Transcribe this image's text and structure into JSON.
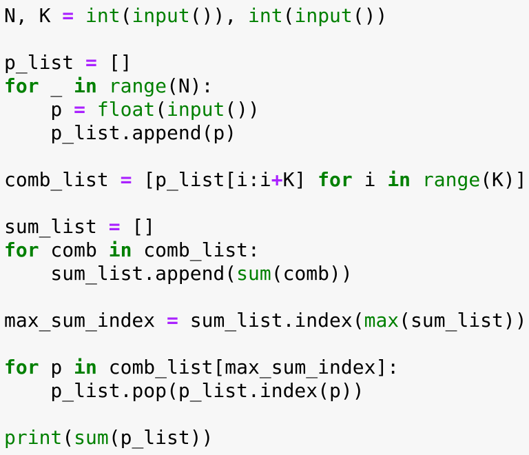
{
  "code": {
    "language": "python",
    "colors": {
      "background": "#f7f7f7",
      "keyword": "#008000",
      "builtin": "#008000",
      "operator": "#aa22ff",
      "text": "#000000"
    },
    "lines": [
      [
        {
          "t": "plain",
          "v": "N, K "
        },
        {
          "t": "op",
          "v": "="
        },
        {
          "t": "plain",
          "v": " "
        },
        {
          "t": "builtin",
          "v": "int"
        },
        {
          "t": "plain",
          "v": "("
        },
        {
          "t": "builtin",
          "v": "input"
        },
        {
          "t": "plain",
          "v": "()), "
        },
        {
          "t": "builtin",
          "v": "int"
        },
        {
          "t": "plain",
          "v": "("
        },
        {
          "t": "builtin",
          "v": "input"
        },
        {
          "t": "plain",
          "v": "())"
        }
      ],
      [],
      [
        {
          "t": "plain",
          "v": "p_list "
        },
        {
          "t": "op",
          "v": "="
        },
        {
          "t": "plain",
          "v": " []"
        }
      ],
      [
        {
          "t": "kw",
          "v": "for"
        },
        {
          "t": "plain",
          "v": " _ "
        },
        {
          "t": "kw",
          "v": "in"
        },
        {
          "t": "plain",
          "v": " "
        },
        {
          "t": "builtin",
          "v": "range"
        },
        {
          "t": "plain",
          "v": "(N):"
        }
      ],
      [
        {
          "t": "plain",
          "v": "    p "
        },
        {
          "t": "op",
          "v": "="
        },
        {
          "t": "plain",
          "v": " "
        },
        {
          "t": "builtin",
          "v": "float"
        },
        {
          "t": "plain",
          "v": "("
        },
        {
          "t": "builtin",
          "v": "input"
        },
        {
          "t": "plain",
          "v": "())"
        }
      ],
      [
        {
          "t": "plain",
          "v": "    p_list.append(p)"
        }
      ],
      [],
      [
        {
          "t": "plain",
          "v": "comb_list "
        },
        {
          "t": "op",
          "v": "="
        },
        {
          "t": "plain",
          "v": " [p_list[i:i"
        },
        {
          "t": "op",
          "v": "+"
        },
        {
          "t": "plain",
          "v": "K] "
        },
        {
          "t": "kw",
          "v": "for"
        },
        {
          "t": "plain",
          "v": " i "
        },
        {
          "t": "kw",
          "v": "in"
        },
        {
          "t": "plain",
          "v": " "
        },
        {
          "t": "builtin",
          "v": "range"
        },
        {
          "t": "plain",
          "v": "(K)]"
        }
      ],
      [],
      [
        {
          "t": "plain",
          "v": "sum_list "
        },
        {
          "t": "op",
          "v": "="
        },
        {
          "t": "plain",
          "v": " []"
        }
      ],
      [
        {
          "t": "kw",
          "v": "for"
        },
        {
          "t": "plain",
          "v": " comb "
        },
        {
          "t": "kw",
          "v": "in"
        },
        {
          "t": "plain",
          "v": " comb_list:"
        }
      ],
      [
        {
          "t": "plain",
          "v": "    sum_list.append("
        },
        {
          "t": "builtin",
          "v": "sum"
        },
        {
          "t": "plain",
          "v": "(comb))"
        }
      ],
      [],
      [
        {
          "t": "plain",
          "v": "max_sum_index "
        },
        {
          "t": "op",
          "v": "="
        },
        {
          "t": "plain",
          "v": " sum_list.index("
        },
        {
          "t": "builtin",
          "v": "max"
        },
        {
          "t": "plain",
          "v": "(sum_list))"
        }
      ],
      [],
      [
        {
          "t": "kw",
          "v": "for"
        },
        {
          "t": "plain",
          "v": " p "
        },
        {
          "t": "kw",
          "v": "in"
        },
        {
          "t": "plain",
          "v": " comb_list[max_sum_index]:"
        }
      ],
      [
        {
          "t": "plain",
          "v": "    p_list.pop(p_list.index(p))"
        }
      ],
      [],
      [
        {
          "t": "builtin",
          "v": "print"
        },
        {
          "t": "plain",
          "v": "("
        },
        {
          "t": "builtin",
          "v": "sum"
        },
        {
          "t": "plain",
          "v": "(p_list))"
        }
      ]
    ]
  }
}
